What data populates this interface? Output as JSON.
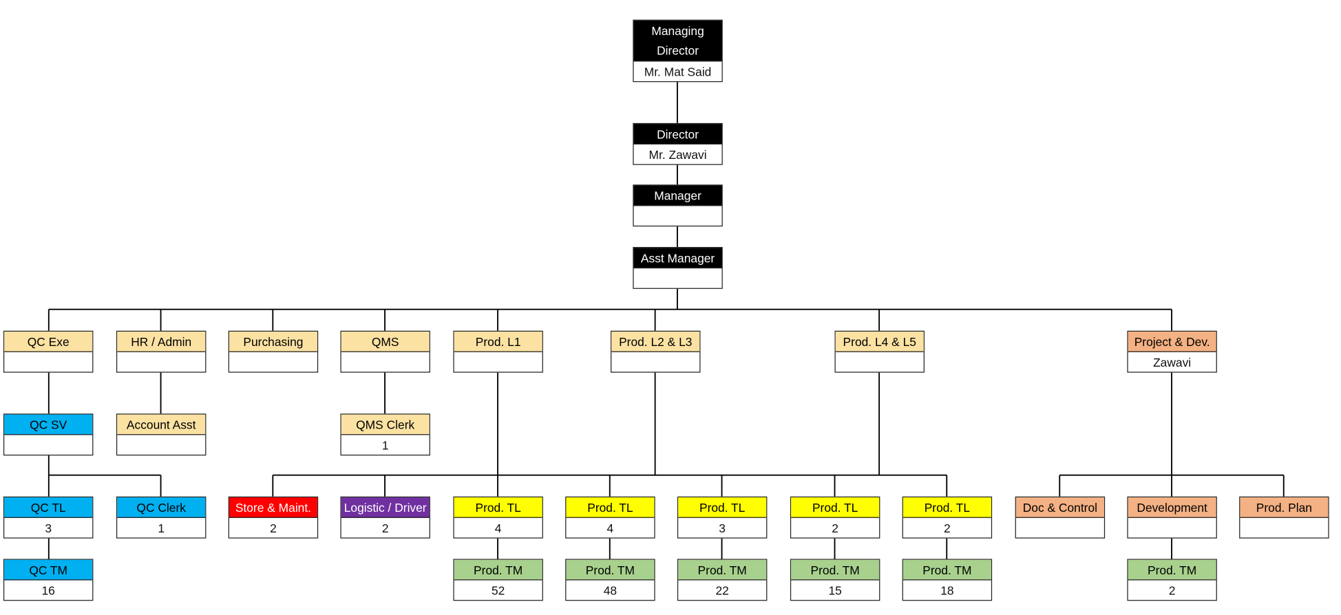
{
  "colors": {
    "black": "#000000",
    "tan": "#fbe2a3",
    "blue": "#00b0f0",
    "red": "#ff0000",
    "purple": "#7030a0",
    "yellow": "#ffff00",
    "green": "#a9d18e",
    "salmon": "#f4b183",
    "line": "#000000"
  },
  "org": {
    "md": {
      "title": "Managing Director",
      "value": "Mr. Mat Said"
    },
    "dir": {
      "title": "Director",
      "value": "Mr. Zawavi"
    },
    "mgr": {
      "title": "Manager",
      "value": ""
    },
    "asst": {
      "title": "Asst Manager",
      "value": ""
    },
    "qcexe": {
      "title": "QC Exe",
      "value": ""
    },
    "hr": {
      "title": "HR / Admin",
      "value": ""
    },
    "purch": {
      "title": "Purchasing",
      "value": ""
    },
    "qms": {
      "title": "QMS",
      "value": ""
    },
    "pl1": {
      "title": "Prod. L1",
      "value": ""
    },
    "pl23": {
      "title": "Prod. L2 & L3",
      "value": ""
    },
    "pl45": {
      "title": "Prod. L4 & L5",
      "value": ""
    },
    "pdev": {
      "title": "Project & Dev.",
      "value": "Zawavi"
    },
    "qcsv": {
      "title": "QC SV",
      "value": ""
    },
    "acct": {
      "title": "Account Asst",
      "value": ""
    },
    "qmsclerk": {
      "title": "QMS Clerk",
      "value": "1"
    },
    "qctl": {
      "title": "QC TL",
      "value": "3"
    },
    "qcclerk": {
      "title": "QC Clerk",
      "value": "1"
    },
    "qctm": {
      "title": "QC TM",
      "value": "16"
    },
    "store": {
      "title": "Store & Maint.",
      "value": "2"
    },
    "logi": {
      "title": "Logistic / Driver",
      "value": "2"
    },
    "tl1": {
      "title": "Prod. TL",
      "value": "4"
    },
    "tl2": {
      "title": "Prod. TL",
      "value": "4"
    },
    "tl3": {
      "title": "Prod. TL",
      "value": "3"
    },
    "tl4": {
      "title": "Prod. TL",
      "value": "2"
    },
    "tl5": {
      "title": "Prod. TL",
      "value": "2"
    },
    "tm1": {
      "title": "Prod. TM",
      "value": "52"
    },
    "tm2": {
      "title": "Prod. TM",
      "value": "48"
    },
    "tm3": {
      "title": "Prod. TM",
      "value": "22"
    },
    "tm4": {
      "title": "Prod. TM",
      "value": "15"
    },
    "tm5": {
      "title": "Prod. TM",
      "value": "18"
    },
    "doc": {
      "title": "Doc & Control",
      "value": ""
    },
    "devt": {
      "title": "Development",
      "value": ""
    },
    "pplan": {
      "title": "Prod. Plan",
      "value": ""
    },
    "devtm": {
      "title": "Prod. TM",
      "value": "2"
    }
  }
}
